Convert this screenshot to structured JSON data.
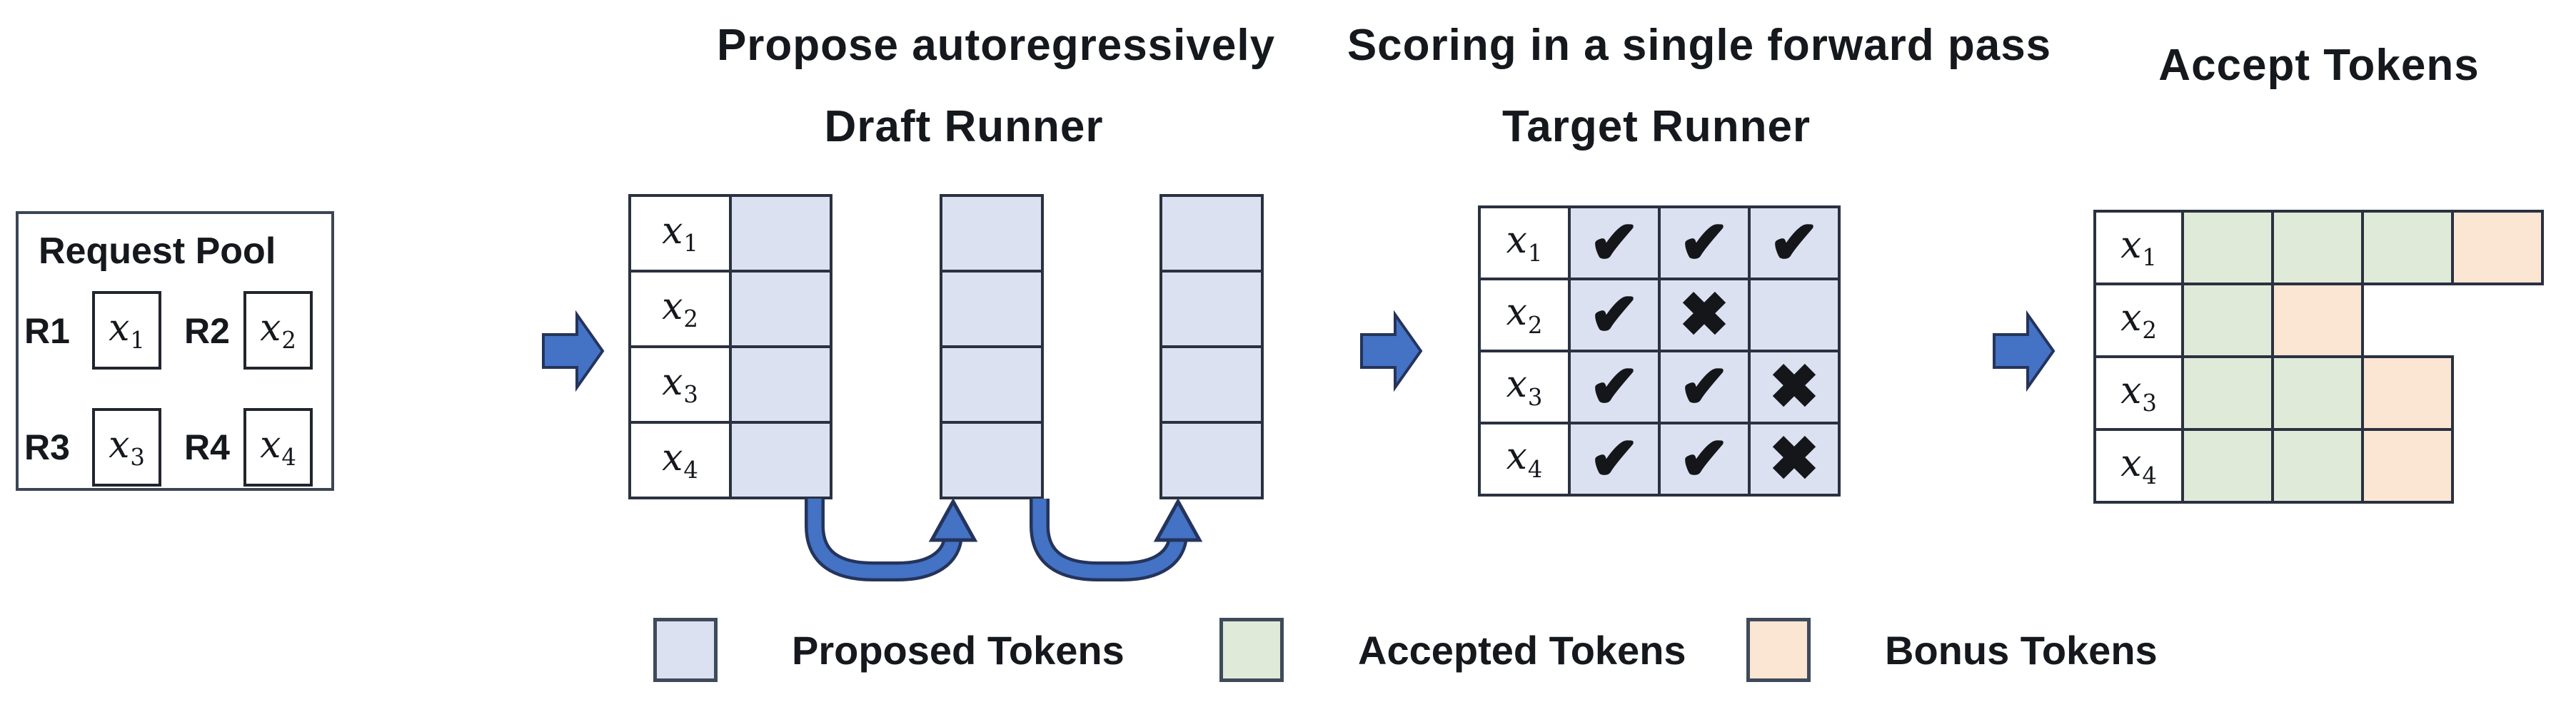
{
  "titles": {
    "propose": "Propose autoregressively",
    "draft_runner": "Draft Runner",
    "scoring": "Scoring in a single forward pass",
    "target_runner": "Target Runner",
    "accept": "Accept Tokens"
  },
  "request_pool": {
    "title": "Request Pool",
    "entries": [
      {
        "id": "R1",
        "token": "x1"
      },
      {
        "id": "R2",
        "token": "x2"
      },
      {
        "id": "R3",
        "token": "x3"
      },
      {
        "id": "R4",
        "token": "x4"
      }
    ]
  },
  "draft": {
    "row_labels": [
      "x1",
      "x2",
      "x3",
      "x4"
    ],
    "proposal_steps": 3
  },
  "target": {
    "rows": [
      {
        "label": "x1",
        "marks": [
          "✔",
          "✔",
          "✔"
        ]
      },
      {
        "label": "x2",
        "marks": [
          "✔",
          "✖",
          ""
        ]
      },
      {
        "label": "x3",
        "marks": [
          "✔",
          "✔",
          "✖"
        ]
      },
      {
        "label": "x4",
        "marks": [
          "✔",
          "✔",
          "✖"
        ]
      }
    ]
  },
  "accept": {
    "rows": [
      {
        "label": "x1",
        "cells": [
          "accepted",
          "accepted",
          "accepted",
          "bonus"
        ]
      },
      {
        "label": "x2",
        "cells": [
          "accepted",
          "bonus",
          "none",
          "none"
        ]
      },
      {
        "label": "x3",
        "cells": [
          "accepted",
          "accepted",
          "bonus",
          "none"
        ]
      },
      {
        "label": "x4",
        "cells": [
          "accepted",
          "accepted",
          "bonus",
          "none"
        ]
      }
    ]
  },
  "legend": [
    {
      "type": "proposed",
      "label": "Proposed Tokens",
      "color": "#dbe1f1"
    },
    {
      "type": "accepted",
      "label": "Accepted Tokens",
      "color": "#e0ead8"
    },
    {
      "type": "bonus",
      "label": "Bonus Tokens",
      "color": "#fbe5d3"
    }
  ],
  "colors": {
    "proposed_fill": "#dbe1f1",
    "accepted_fill": "#e0ead8",
    "bonus_fill": "#fbe5d3",
    "arrow_fill": "#4472c4",
    "arrow_edge": "#24345c",
    "grid_border": "#2a3140"
  }
}
